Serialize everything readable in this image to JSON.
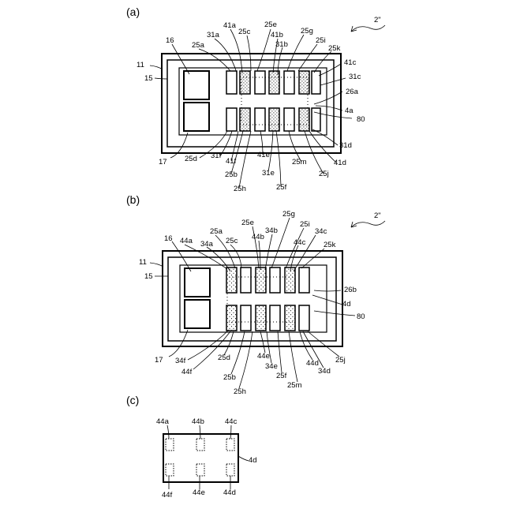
{
  "panels": [
    {
      "id": "a",
      "label": "(a)",
      "ref": "2\"",
      "labels": {
        "n11": "11",
        "n15": "15",
        "n16": "16",
        "n17": "17",
        "n25a": "25a",
        "n31a": "31a",
        "n41a": "41a",
        "n25c": "25c",
        "n25e": "25e",
        "n41b": "41b",
        "n31b": "31b",
        "n25g": "25g",
        "n25i": "25i",
        "n25k": "25k",
        "n41c": "41c",
        "n31c": "31c",
        "n26a": "26a",
        "n4a": "4a",
        "n80": "80",
        "n31d": "31d",
        "n41d": "41d",
        "n25j": "25j",
        "n25m": "25m",
        "n31e": "31e",
        "n41e": "41e",
        "n25f": "25f",
        "n25h": "25h",
        "n25b": "25b",
        "n41f": "41f",
        "n31f": "31f",
        "n25d": "25d"
      }
    },
    {
      "id": "b",
      "label": "(b)",
      "ref": "2\"",
      "labels": {
        "n11": "11",
        "n15": "15",
        "n16": "16",
        "n17": "17",
        "n44a": "44a",
        "n34a": "34a",
        "n25a": "25a",
        "n25c": "25c",
        "n25e": "25e",
        "n44b": "44b",
        "n34b": "34b",
        "n25g": "25g",
        "n25i": "25i",
        "n44c": "44c",
        "n34c": "34c",
        "n25k": "25k",
        "n26b": "26b",
        "n4d": "4d",
        "n80": "80",
        "n25j": "25j",
        "n34d": "34d",
        "n44d": "44d",
        "n25m": "25m",
        "n25f": "25f",
        "n34e": "34e",
        "n44e": "44e",
        "n25h": "25h",
        "n25b": "25b",
        "n25d": "25d",
        "n34f": "34f",
        "n44f": "44f"
      }
    },
    {
      "id": "c",
      "label": "(c)",
      "labels": {
        "n44a": "44a",
        "n44b": "44b",
        "n44c": "44c",
        "n4d": "4d",
        "n44f": "44f",
        "n44e": "44e",
        "n44d": "44d"
      }
    }
  ]
}
